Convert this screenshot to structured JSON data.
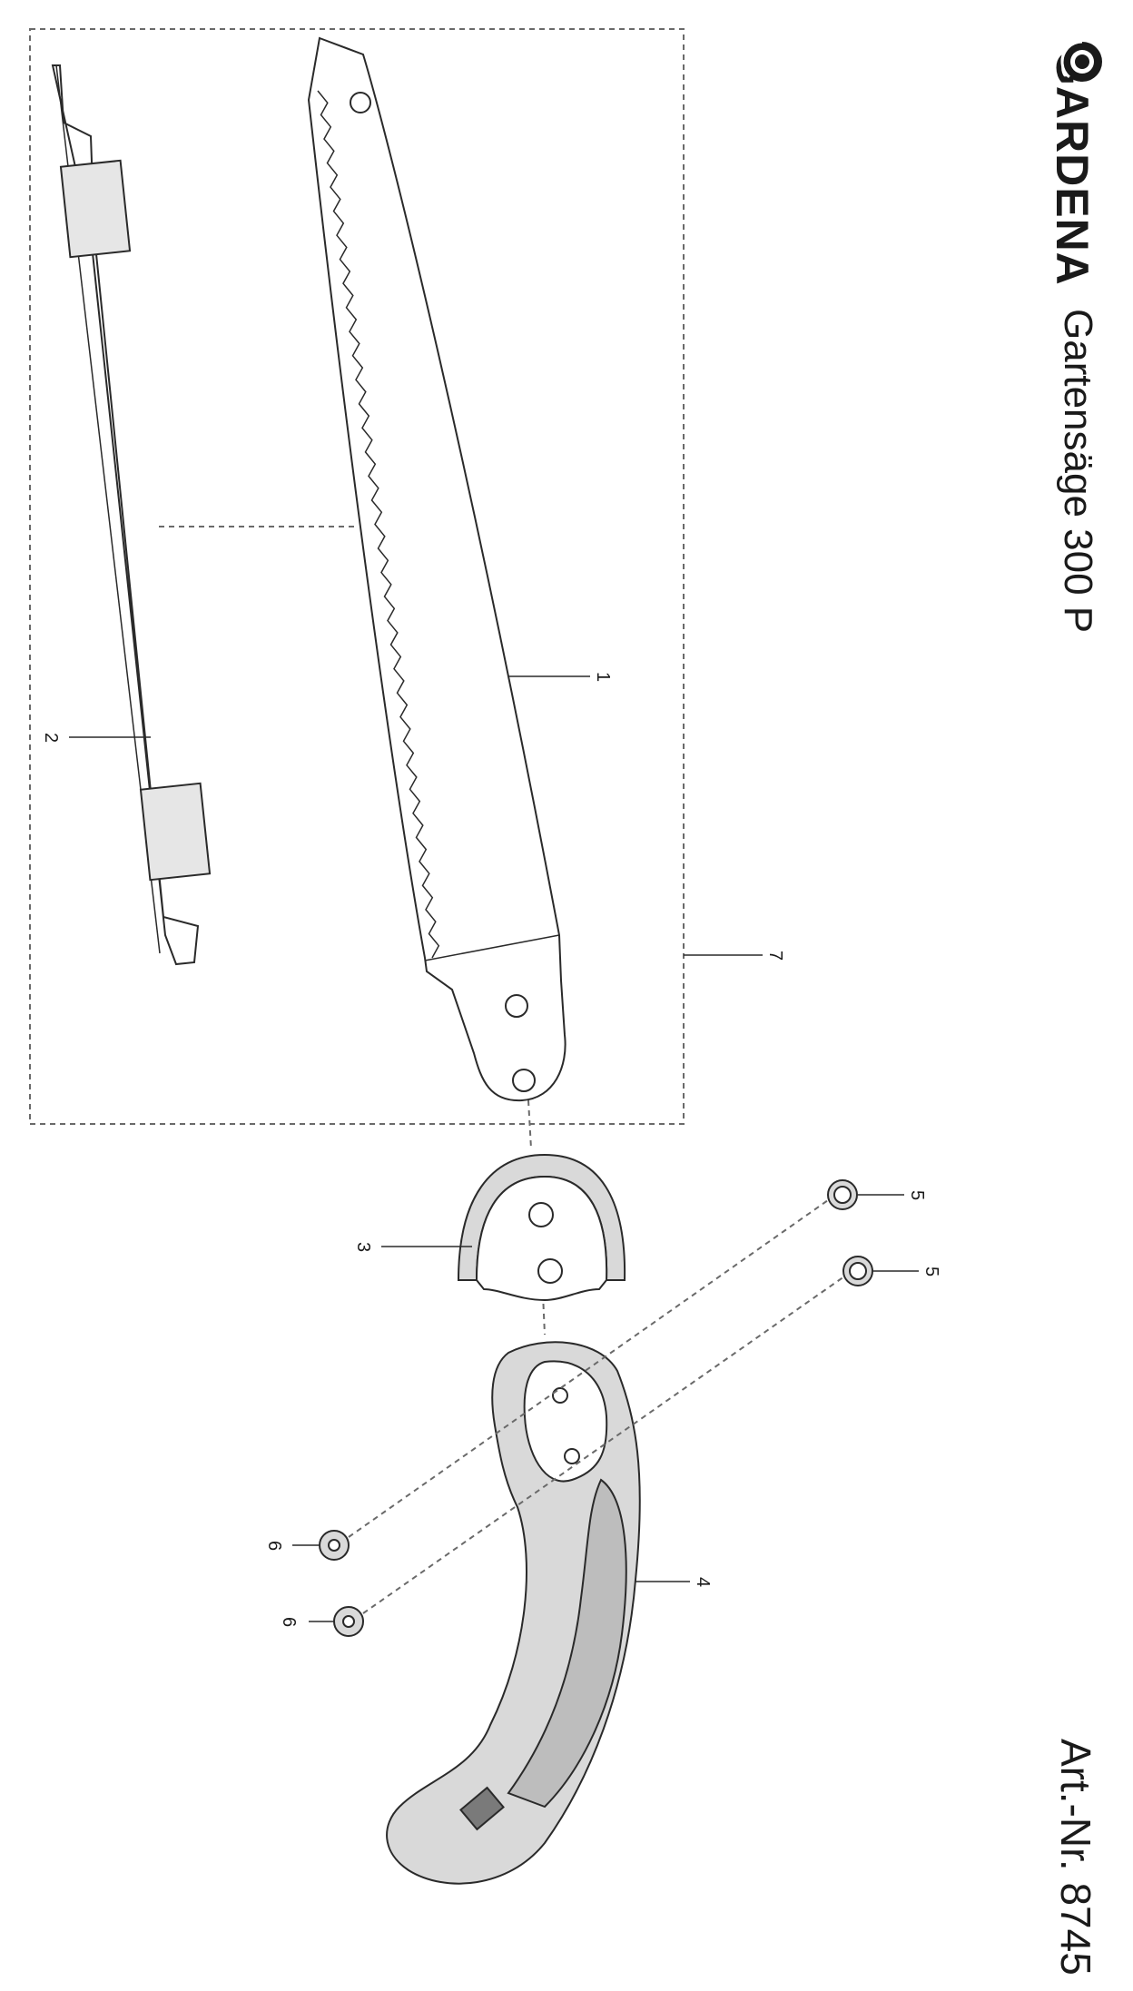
{
  "header": {
    "brand": "GARDENA",
    "product_title": "Gartensäge 300 P",
    "article_number": "Art.-Nr. 8745"
  },
  "callouts": {
    "part_1": "1",
    "part_2": "2",
    "part_3": "3",
    "part_4": "4",
    "part_5a": "5",
    "part_5b": "5",
    "part_6a": "6",
    "part_6b": "6",
    "part_7": "7"
  },
  "colors": {
    "line": "#2a2a2a",
    "handle_fill": "#d9d9d9",
    "grip_fill": "#bdbdbd",
    "dashed": "#6a6a6a"
  }
}
